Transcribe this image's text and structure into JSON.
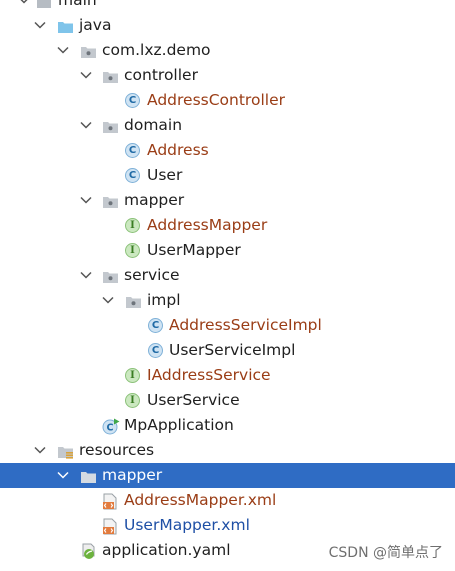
{
  "tree": {
    "main": "main",
    "java": "java",
    "package": "com.lxz.demo",
    "controller": {
      "folder": "controller",
      "address_controller": "AddressController"
    },
    "domain": {
      "folder": "domain",
      "address": "Address",
      "user": "User"
    },
    "mapper": {
      "folder": "mapper",
      "address_mapper": "AddressMapper",
      "user_mapper": "UserMapper"
    },
    "service": {
      "folder": "service",
      "impl": {
        "folder": "impl",
        "address_service_impl": "AddressServiceImpl",
        "user_service_impl": "UserServiceImpl"
      },
      "iaddress_service": "IAddressService",
      "user_service": "UserService"
    },
    "mp_application": "MpApplication",
    "resources": {
      "folder": "resources",
      "mapper": {
        "folder": "mapper",
        "address_mapper_xml": "AddressMapper.xml",
        "user_mapper_xml": "UserMapper.xml"
      },
      "application_yaml": "application.yaml"
    }
  },
  "icons": {
    "class_letter": "C",
    "interface_letter": "I"
  },
  "watermark": "CSDN @简单点了",
  "colors": {
    "selection": "#2f6cc4",
    "modified_file": "#9a3d16",
    "added_file": "#1e4fa5",
    "class_icon": "#1f6aa5",
    "interface_icon": "#3a7d23"
  }
}
